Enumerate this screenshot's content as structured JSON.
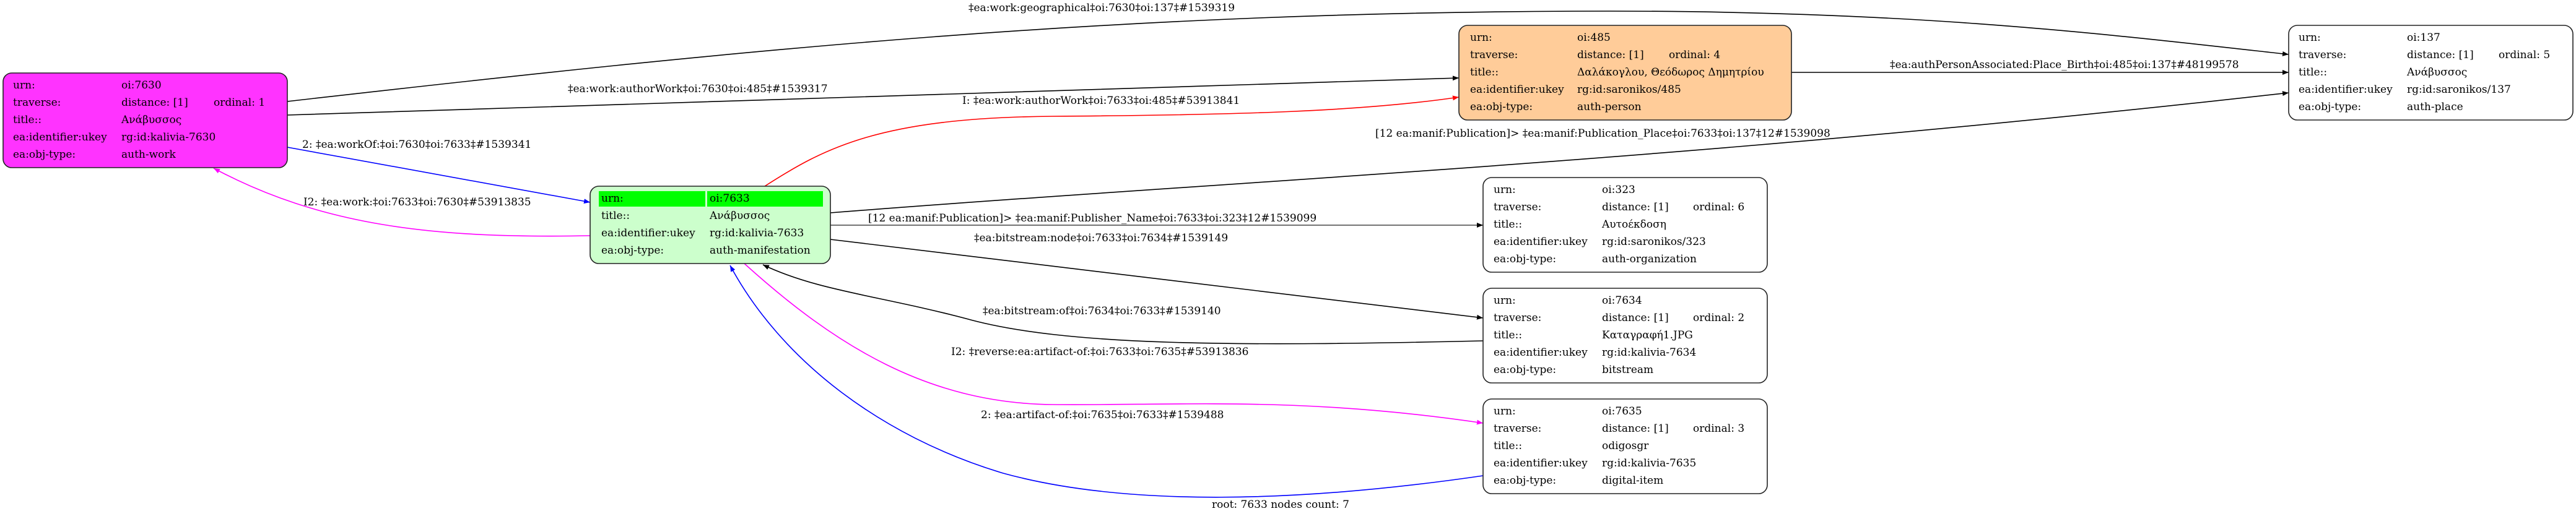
{
  "colors": {
    "auth_work": "#ff33ff",
    "auth_person": "#ffcc99",
    "root_node": "#ccffcc",
    "root_header": "#00ff00",
    "plain_node": "#ffffff",
    "edge_default": "#000000",
    "edge_blue": "#0000ff",
    "edge_magenta": "#ff00ff",
    "edge_red": "#ff0000"
  },
  "nodes": [
    {
      "id": "7630",
      "rows": [
        {
          "label": "urn:",
          "value": "oi:7630"
        },
        {
          "label": "traverse:",
          "value": "distance: [1]",
          "extra": "ordinal: 1"
        },
        {
          "label": "title::",
          "value": "Ανάβυσσος"
        },
        {
          "label": "ea:identifier:ukey",
          "value": "rg:id:kalivia-7630"
        },
        {
          "label": "ea:obj-type:",
          "value": "auth-work"
        }
      ]
    },
    {
      "id": "7633",
      "rows": [
        {
          "label": "urn:",
          "value": "oi:7633"
        },
        {
          "label": "title::",
          "value": "Ανάβυσσος"
        },
        {
          "label": "ea:identifier:ukey",
          "value": "rg:id:kalivia-7633"
        },
        {
          "label": "ea:obj-type:",
          "value": "auth-manifestation"
        }
      ]
    },
    {
      "id": "485",
      "rows": [
        {
          "label": "urn:",
          "value": "oi:485"
        },
        {
          "label": "traverse:",
          "value": "distance: [1]",
          "extra": "ordinal: 4"
        },
        {
          "label": "title::",
          "value": "Δαλάκογλου, Θεόδωρος Δημητρίου"
        },
        {
          "label": "ea:identifier:ukey",
          "value": "rg:id:saronikos/485"
        },
        {
          "label": "ea:obj-type:",
          "value": "auth-person"
        }
      ]
    },
    {
      "id": "137",
      "rows": [
        {
          "label": "urn:",
          "value": "oi:137"
        },
        {
          "label": "traverse:",
          "value": "distance: [1]",
          "extra": "ordinal: 5"
        },
        {
          "label": "title::",
          "value": "Ανάβυσσος"
        },
        {
          "label": "ea:identifier:ukey",
          "value": "rg:id:saronikos/137"
        },
        {
          "label": "ea:obj-type:",
          "value": "auth-place"
        }
      ]
    },
    {
      "id": "323",
      "rows": [
        {
          "label": "urn:",
          "value": "oi:323"
        },
        {
          "label": "traverse:",
          "value": "distance: [1]",
          "extra": "ordinal: 6"
        },
        {
          "label": "title::",
          "value": "Αυτοέκδοση"
        },
        {
          "label": "ea:identifier:ukey",
          "value": "rg:id:saronikos/323"
        },
        {
          "label": "ea:obj-type:",
          "value": "auth-organization"
        }
      ]
    },
    {
      "id": "7634",
      "rows": [
        {
          "label": "urn:",
          "value": "oi:7634"
        },
        {
          "label": "traverse:",
          "value": "distance: [1]",
          "extra": "ordinal: 2"
        },
        {
          "label": "title::",
          "value": "Καταγραφή1.JPG"
        },
        {
          "label": "ea:identifier:ukey",
          "value": "rg:id:kalivia-7634"
        },
        {
          "label": "ea:obj-type:",
          "value": "bitstream"
        }
      ]
    },
    {
      "id": "7635",
      "rows": [
        {
          "label": "urn:",
          "value": "oi:7635"
        },
        {
          "label": "traverse:",
          "value": "distance: [1]",
          "extra": "ordinal: 3"
        },
        {
          "label": "title::",
          "value": "odigosgr"
        },
        {
          "label": "ea:identifier:ukey",
          "value": "rg:id:kalivia-7635"
        },
        {
          "label": "ea:obj-type:",
          "value": "digital-item"
        }
      ]
    }
  ],
  "edges": {
    "geographical": "‡ea:work:geographical‡oi:7630‡oi:137‡#1539319",
    "author_work": "‡ea:work:authorWork‡oi:7630‡oi:485‡#1539317",
    "author_work_inv": "I: ‡ea:work:authorWork‡oi:7633‡oi:485‡#53913841",
    "work_of": "2: ‡ea:workOf:‡oi:7630‡oi:7633‡#1539341",
    "work_inv": "I2: ‡ea:work:‡oi:7633‡oi:7630‡#53913835",
    "publication_place": "[12 ea:manif:Publication]> ‡ea:manif:Publication_Place‡oi:7633‡oi:137‡12#1539098",
    "place_birth": "‡ea:authPersonAssociated:Place_Birth‡oi:485‡oi:137‡#48199578",
    "publisher_name": "[12 ea:manif:Publication]> ‡ea:manif:Publisher_Name‡oi:7633‡oi:323‡12#1539099",
    "bitstream_node": "‡ea:bitstream:node‡oi:7633‡oi:7634‡#1539149",
    "bitstream_of": "‡ea:bitstream:of‡oi:7634‡oi:7633‡#1539140",
    "reverse_artifact_of": "I2: ‡reverse:ea:artifact-of:‡oi:7633‡oi:7635‡#53913836",
    "artifact_of": "2: ‡ea:artifact-of:‡oi:7635‡oi:7633‡#1539488"
  },
  "footer": "root: 7633 nodes count: 7"
}
